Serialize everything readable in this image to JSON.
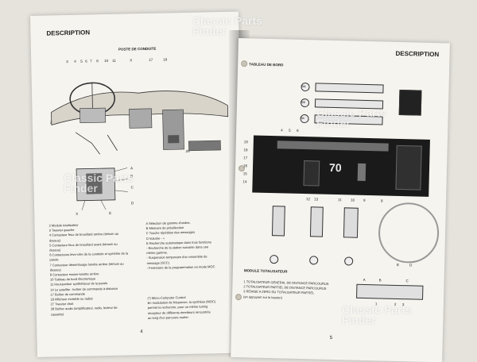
{
  "left": {
    "heading": "DESCRIPTION",
    "subheading": "POSTE DE CONDUITE",
    "callouts_top": [
      "3",
      "4",
      "5",
      "6",
      "7",
      "8",
      "10",
      "11",
      "X",
      "17",
      "18"
    ],
    "callout_2": "2",
    "callout_28": "28",
    "detail_labels": [
      "A",
      "B",
      "C",
      "D",
      "E",
      "X"
    ],
    "legend_left": [
      "2   Module totalisateur",
      "3   Tweeter gauche",
      "4   Contacteur feux de brouillard arrière (témoin au",
      "     dessus)",
      "5   Contacteur feux de brouillard avant (témoin au",
      "     dessus)",
      "6   Contacteurs lève-vitre de la conduite et symétrie de la",
      "     parole",
      "7   Contacteur désembuage lunette arrière (témoin au",
      "     dessus)",
      "8   Contacteur essuie-lunette arrière",
      "10  Tableau de bord électronique",
      "11  Haut-parleur synthétiseur de la parole",
      "14  Le satellite : boîtier de commande à distance",
      "17  Boîtier de commande",
      "18  Afficheur invisible ou radiat",
      "27  Tweeter droit",
      "28  Boîtier audio (amplificateur, radio, lecteur de",
      "     cassette)"
    ],
    "legend_right": [
      "A   Sélection de gamme d'ondes.",
      "B   Mémoire de présélection",
      "C   Touche répétition des messages",
      "D   Volume - +",
      "E   Recherche automatique dans trois fonctions",
      "     - Recherche de la station suivante dans une",
      "       même gamme.",
      "     - Suspension temporaire d'un ensemble de",
      "       message (SCC)",
      "     - Fermeture de la programmation en mode MOC"
    ],
    "footnote": [
      "(*) Micro-Computer Control",
      "En modulation de fréquence, la synthèse (MOC)",
      "permet la recherche, pour un même tuning",
      "récepteur de différents émetteurs rencontrés",
      "au long d'un parcours routier."
    ],
    "page_number": "4"
  },
  "right": {
    "heading": "DESCRIPTION",
    "subheading": "TABLEAU DE BORD",
    "row_labels": [
      "19",
      "18",
      "17",
      "16",
      "15",
      "14"
    ],
    "top_labels": [
      "4",
      "5",
      "6"
    ],
    "bottom_labels": [
      "12",
      "13",
      "11",
      "10",
      "9",
      "8"
    ],
    "circle_labels": [
      "5a",
      "5b",
      "5c"
    ],
    "wheel_labels": [
      "E",
      "D"
    ],
    "module_heading": "MODULE TOTALISATEUR",
    "module_lines": [
      "1   TOTALISATEUR GENERAL DE DISTANCE PARCOURUS",
      "2   TOTALISATEUR PARTIEL DE DISTANCE PARCOURUS",
      "3   REMISE A ZERO DU TOTALISATEUR PARTIEL",
      "     (en appuyant sur le bouton)"
    ],
    "module_keys": [
      "A",
      "B",
      "C"
    ],
    "module_nums": [
      "1",
      "2",
      "3"
    ],
    "display_readout": "70",
    "page_number": "5"
  },
  "watermarks": [
    "Classic Parts\nFinder",
    "Classic Parts\nFinder",
    "Classic Parts\nFinder",
    "Classic Parts\nFinder"
  ]
}
